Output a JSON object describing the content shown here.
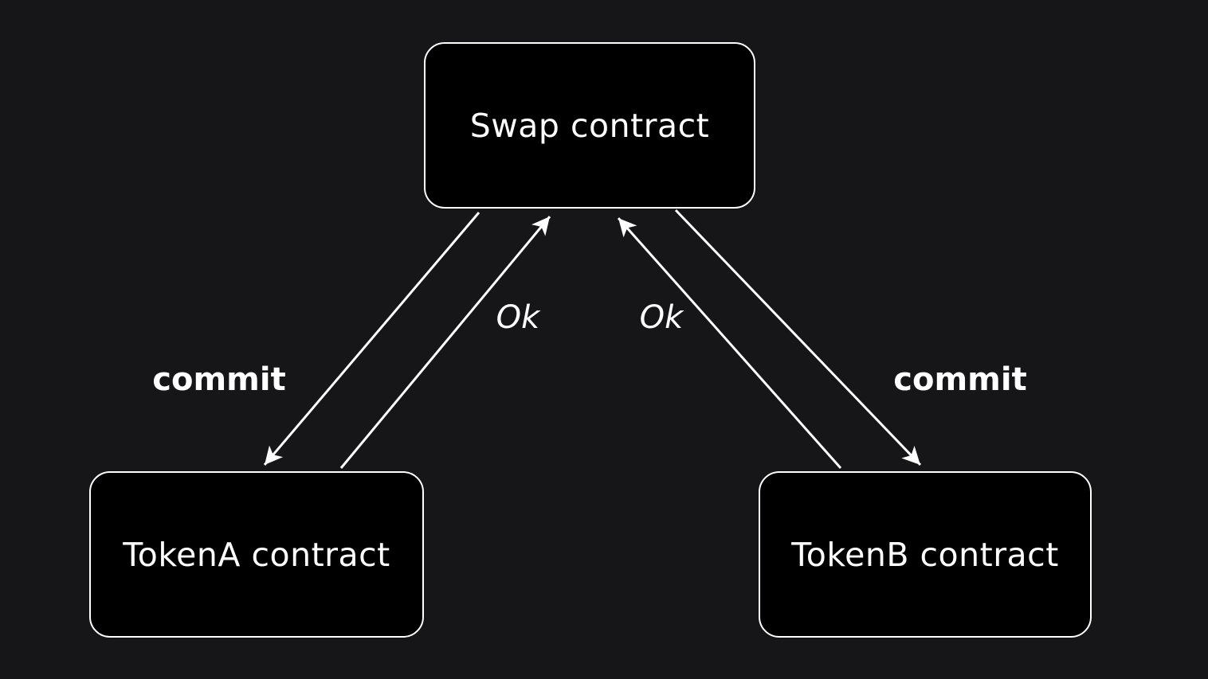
{
  "diagram": {
    "title": "Swap contract interaction diagram",
    "colors": {
      "background": "#161619",
      "node_fill": "#000000",
      "node_border": "#ffffff",
      "text": "#ffffff",
      "arrow": "#ffffff"
    },
    "nodes": [
      {
        "id": "swap",
        "label": "Swap contract"
      },
      {
        "id": "tokenA",
        "label": "TokenA contract"
      },
      {
        "id": "tokenB",
        "label": "TokenB contract"
      }
    ],
    "edges": [
      {
        "from": "swap",
        "to": "tokenA",
        "label": "commit",
        "style": "bold"
      },
      {
        "from": "tokenA",
        "to": "swap",
        "label": "Ok",
        "style": "italic"
      },
      {
        "from": "tokenB",
        "to": "swap",
        "label": "Ok",
        "style": "italic"
      },
      {
        "from": "swap",
        "to": "tokenB",
        "label": "commit",
        "style": "bold"
      }
    ]
  }
}
